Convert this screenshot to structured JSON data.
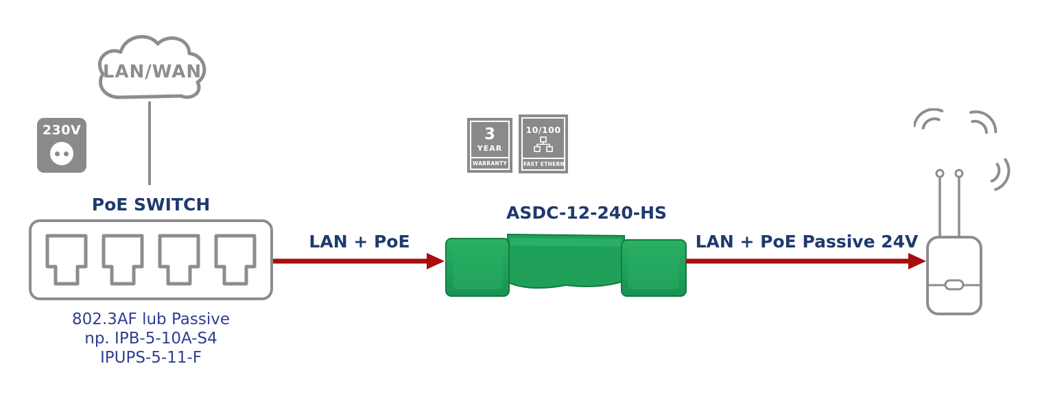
{
  "cloud": {
    "label": "LAN/WAN"
  },
  "power": {
    "label": "230V"
  },
  "switch": {
    "title": "PoE SWITCH",
    "caption_lines": [
      "802.3AF lub Passive",
      "np. IPB-5-10A-S4",
      "IPUPS-5-11-F"
    ]
  },
  "links": {
    "left_label": "LAN + PoE",
    "right_label": "LAN + PoE Passive 24V"
  },
  "converter": {
    "title": "ASDC-12-240-HS"
  },
  "badges": {
    "warranty": {
      "value": "3",
      "unit": "YEAR",
      "footer": "WARRANTY"
    },
    "ethernet": {
      "value": "10/100",
      "footer": "FAST ETHERNET"
    }
  },
  "colors": {
    "navy_text": "#1e3a6e",
    "blue_caption": "#303d8f",
    "arrow_red": "#a80d0d",
    "outline_gray": "#8d8d8d",
    "badge_gray": "#8a8a8a",
    "device_green": "#1fa058"
  }
}
